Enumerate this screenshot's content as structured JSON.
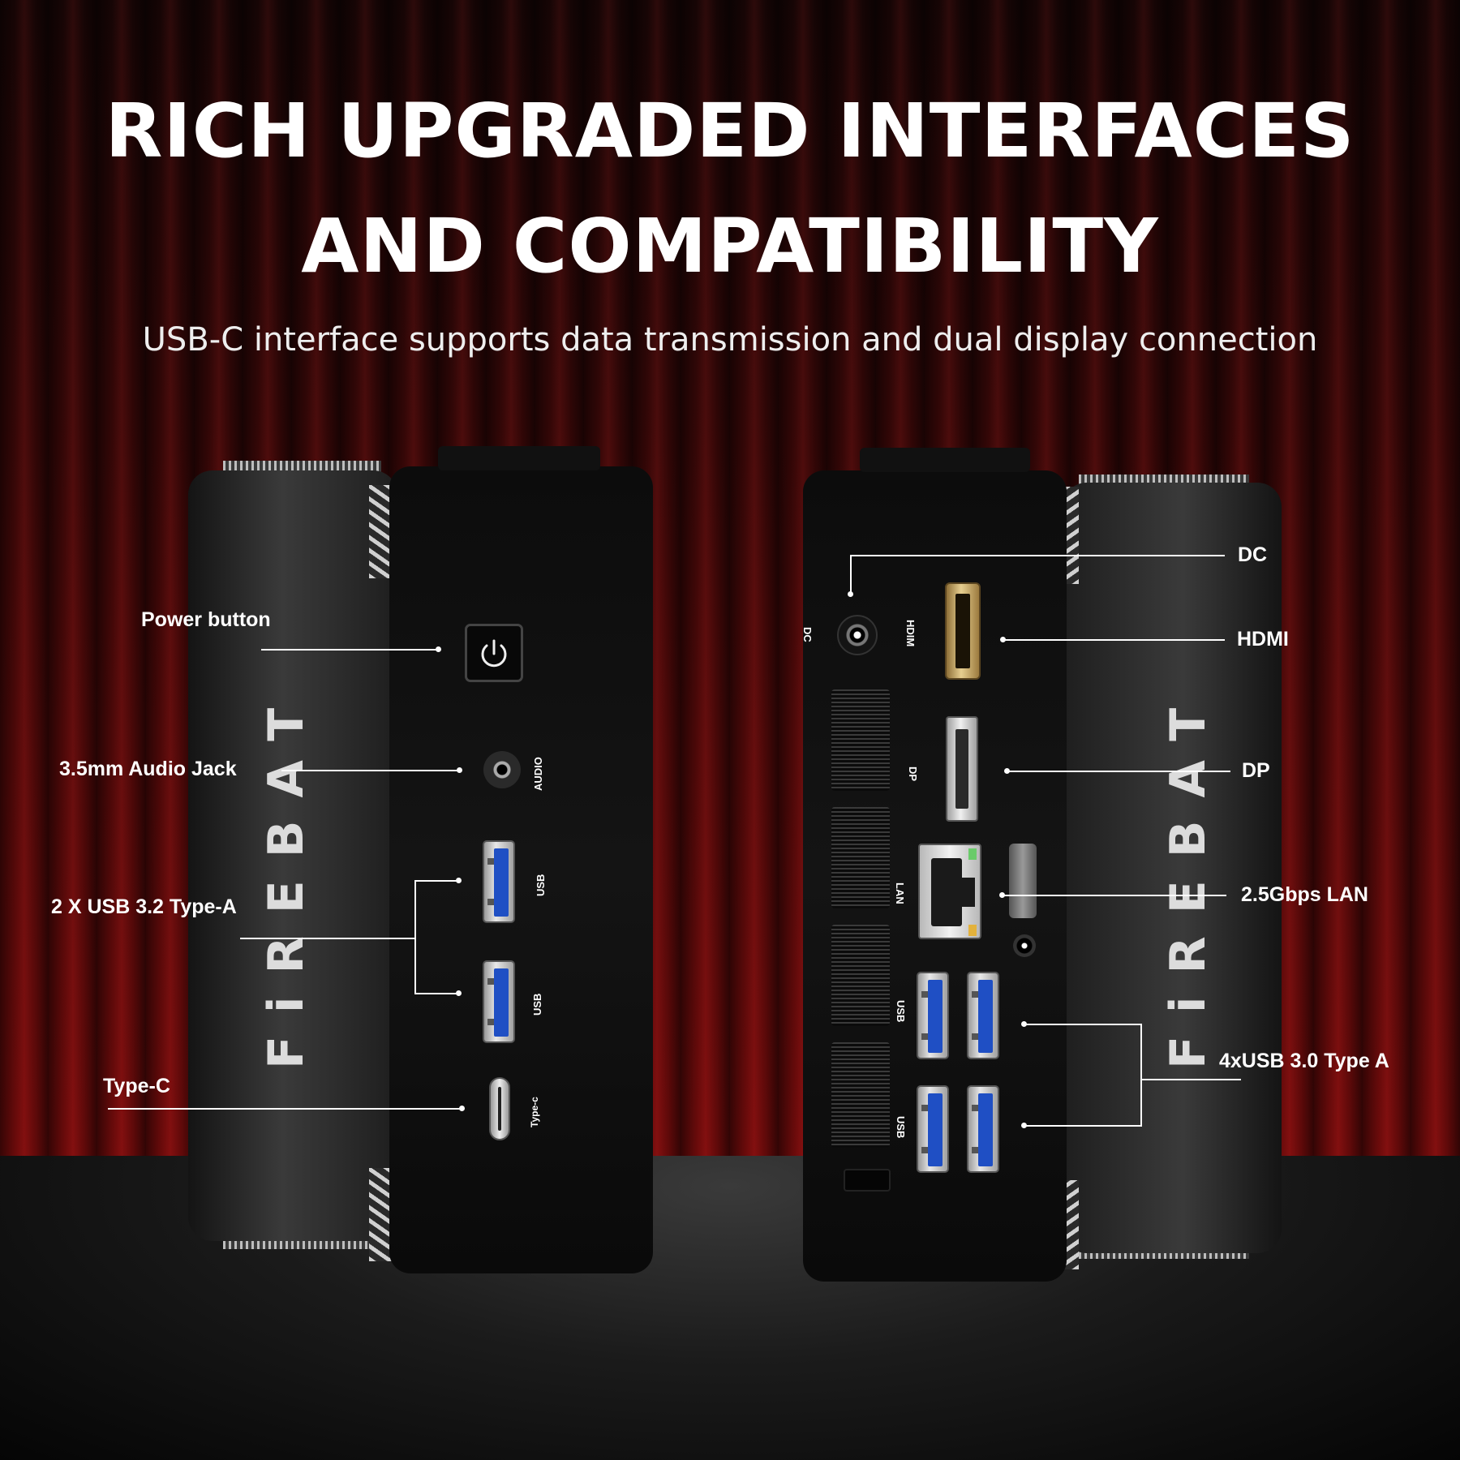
{
  "headline": {
    "line1": "RICH UPGRADED INTERFACES",
    "line2": "AND COMPATIBILITY"
  },
  "subheadline": "USB-C interface supports data transmission and dual display connection",
  "brand_logo": "FiREBAT",
  "front_device": {
    "port_labels": {
      "audio": "AUDIO",
      "usb_top": "USB",
      "usb_bottom": "USB",
      "type_c": "Type-c"
    },
    "callouts": {
      "power_button": "Power button",
      "audio_jack": "3.5mm Audio Jack",
      "usb_a": "2 X USB 3.2 Type-A",
      "type_c": "Type-C"
    },
    "power_icon": "power-icon"
  },
  "rear_device": {
    "port_labels": {
      "dc": "DC",
      "hdmi": "HDIM",
      "dp": "DP",
      "lan": "LAN",
      "usb_top": "USB",
      "usb_bottom": "USB"
    },
    "callouts": {
      "dc": "DC",
      "hdmi": "HDMI",
      "dp": "DP",
      "lan": "2.5Gbps LAN",
      "usb_a": "4xUSB 3.0 Type A"
    }
  },
  "colors": {
    "curtain": "#5a0a0a",
    "usb_blue": "#1f4fc4",
    "hdmi_gold": "#c9a55a",
    "body": "#141414"
  }
}
